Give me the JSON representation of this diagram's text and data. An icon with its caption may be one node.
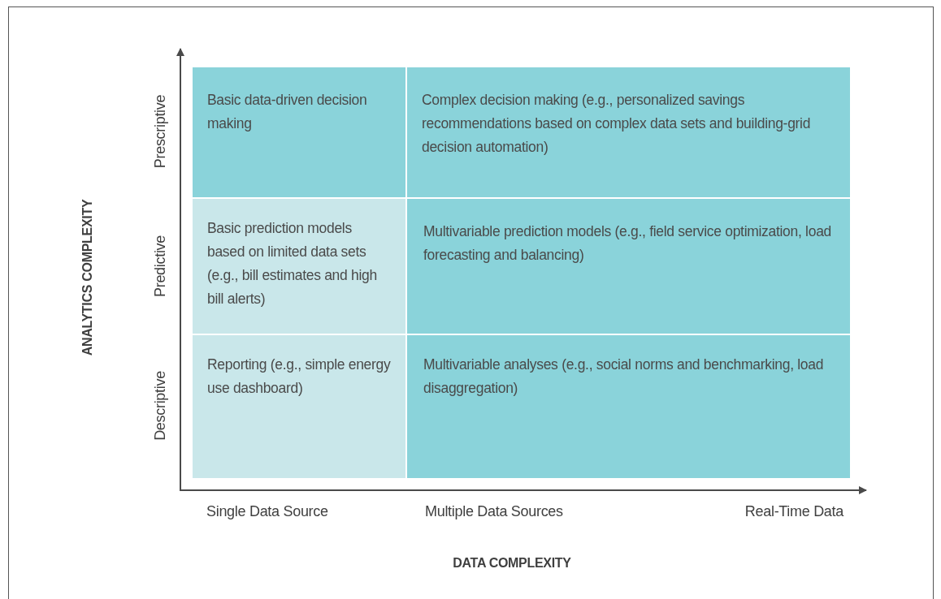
{
  "diagram": {
    "nodes": [
      {
        "text": [
          "Basic data-driven decision making"
        ]
      },
      {
        "text": [
          "Complex decision making (e.g., personalized savings recommendations based on complex data sets and building-grid decision automation)"
        ]
      },
      {
        "text": [
          "Basic prediction models based on limited data sets (e.g., bill estimates and high bill alerts)"
        ]
      },
      {
        "text": [
          "Multivariable prediction models (e.g., field service optimization, load forecasting and balancing)"
        ]
      },
      {
        "text": [
          "Reporting (e.g., simple energy use dashboard)"
        ]
      },
      {
        "text": [
          "Multivariable analyses (e.g., social norms and benchmarking, load disaggregation)"
        ]
      }
    ],
    "edges": [],
    "labels": [
      "Prescriptive",
      "ANALYTICS COMPLEXITY",
      "Predictive",
      "Descriptive",
      "Single Data Source",
      "Multiple Data Sources",
      "Real-Time Data",
      "DATA COMPLEXITY"
    ]
  }
}
